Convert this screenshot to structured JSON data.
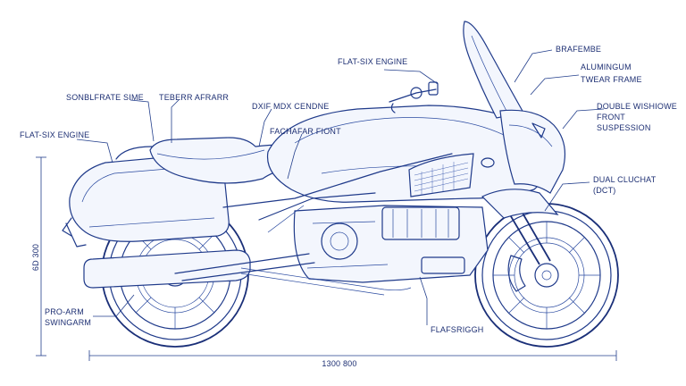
{
  "labels": {
    "brake": "BRAFEMBE",
    "aluminum_line1": "ALUMINGUM",
    "aluminum_line2": "TWEAR FRAME",
    "flat_six_top": "FLAT-SIX ENGINE",
    "double_line1": "DOUBLE WISHIOWE",
    "double_line2": "FRONT",
    "double_line3": "SUSPESSION",
    "sonble": "SONBLFRATE SIME",
    "tebe": "TEBERR AFRARR",
    "dxf": "DXIF MDX CENDNE",
    "fachar": "FACHAFAR FIONT",
    "flat_six_left": "FLAT-SIX ENGINE",
    "dual_line1": "DUAL CLUCHAT",
    "dual_line2": "(DCT)",
    "pro_arm_line1": "PRO-ARM",
    "pro_arm_line2": "SWINGARM",
    "flafs": "FLAFSRIGGH",
    "dim_vertical": "6D 300",
    "dim_horizontal": "1300 800"
  },
  "colors": {
    "ink": "#1f3a8a",
    "label": "#1d2f73",
    "panel": "#f3f6fd",
    "background": "#ffffff"
  }
}
